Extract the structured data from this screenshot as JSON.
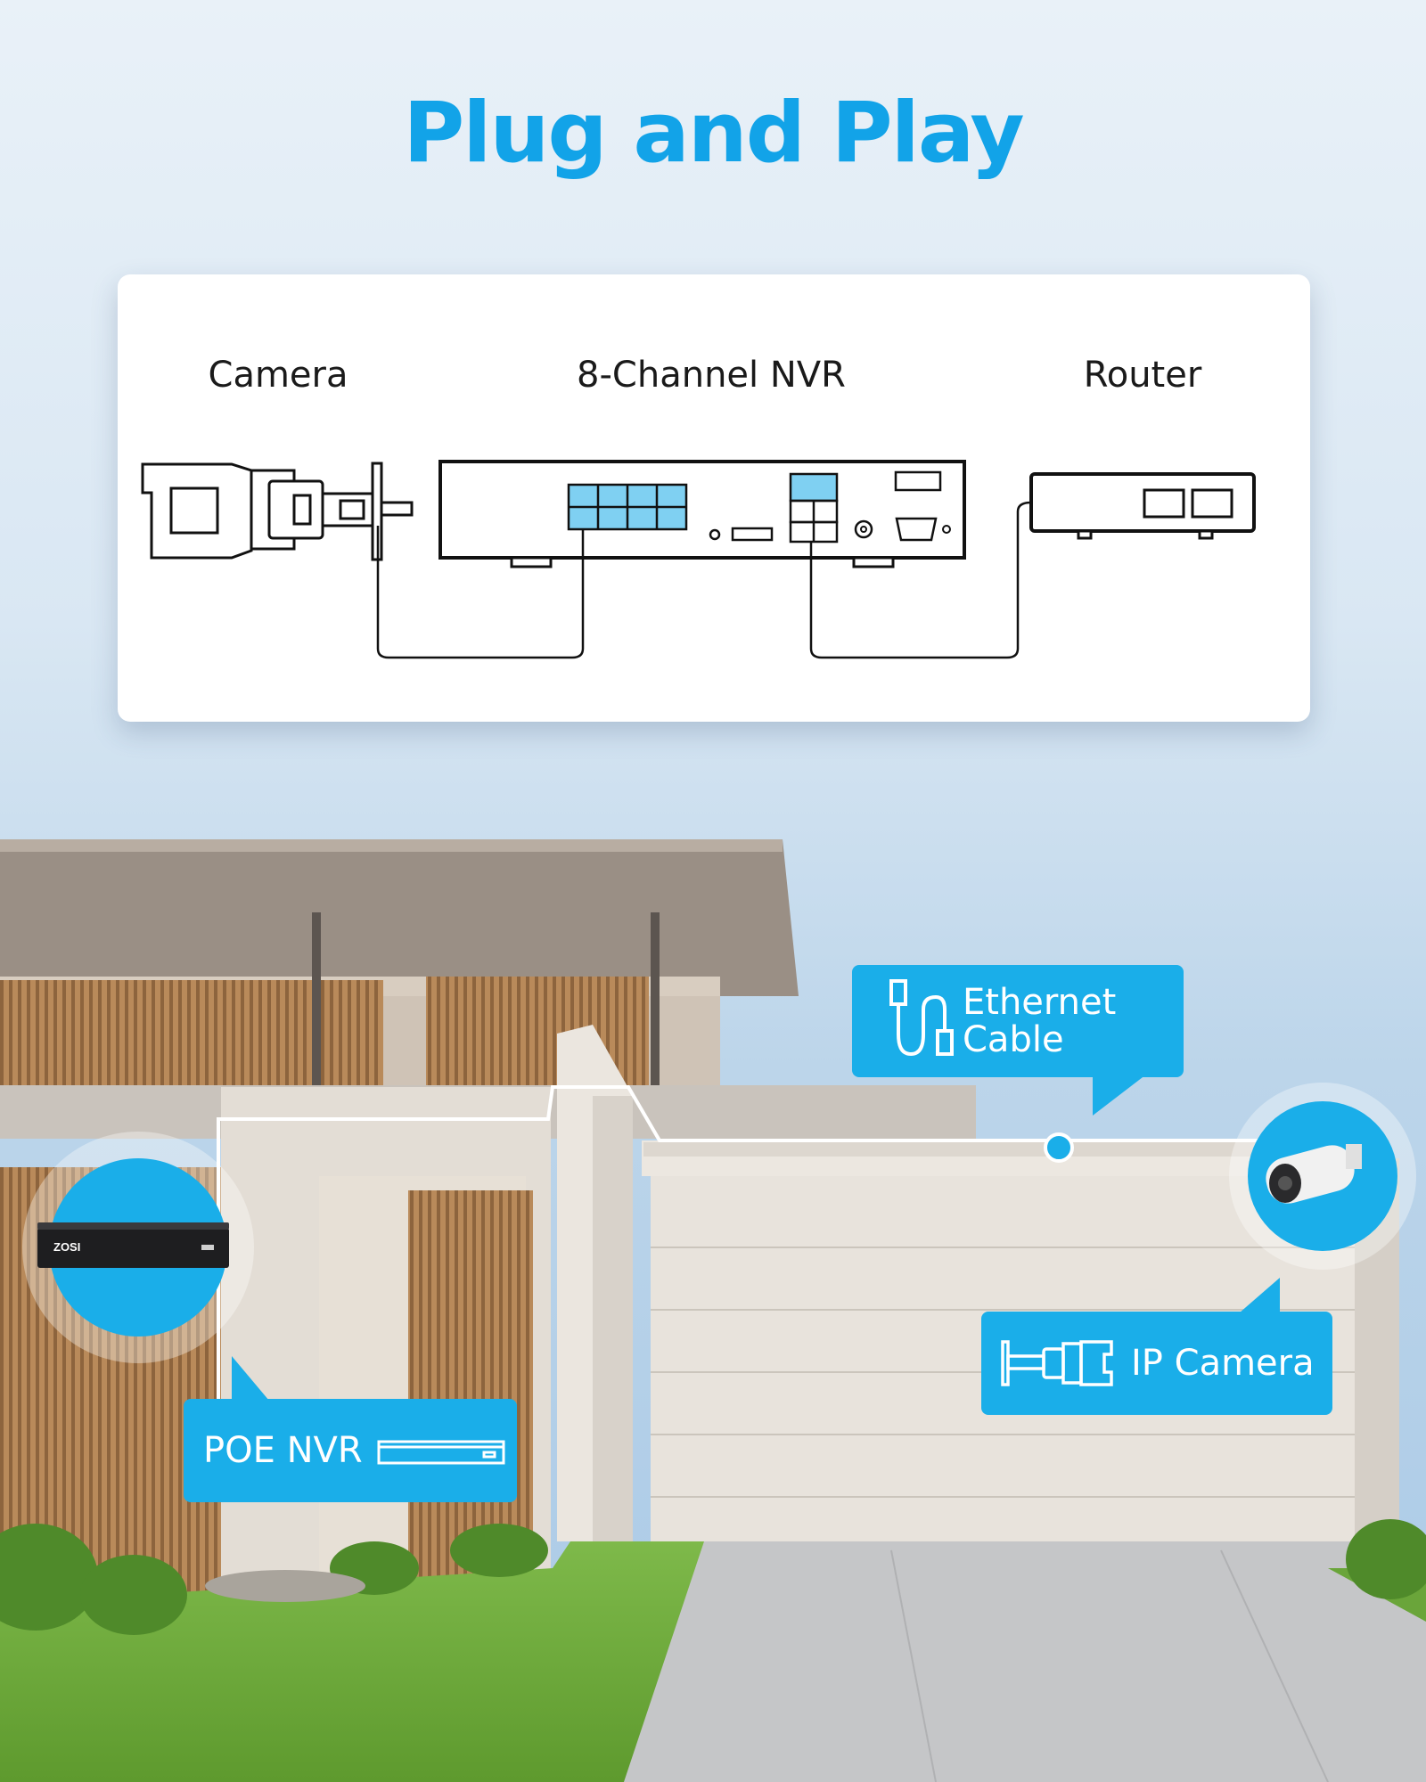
{
  "title": "Plug and Play",
  "diagram": {
    "camera_label": "Camera",
    "nvr_label": "8-Channel NVR",
    "router_label": "Router"
  },
  "callouts": {
    "ethernet_line1": "Ethernet",
    "ethernet_line2": "Cable",
    "ip_camera": "IP Camera",
    "poe_nvr": "POE NVR"
  },
  "nvr_brand": "ZOSI",
  "colors": {
    "accent": "#12a3e8",
    "bubble": "#1aaee9",
    "port_fill": "#7fd0f2"
  },
  "icons": [
    "ethernet-cable-icon",
    "ip-camera-icon",
    "nvr-icon"
  ]
}
